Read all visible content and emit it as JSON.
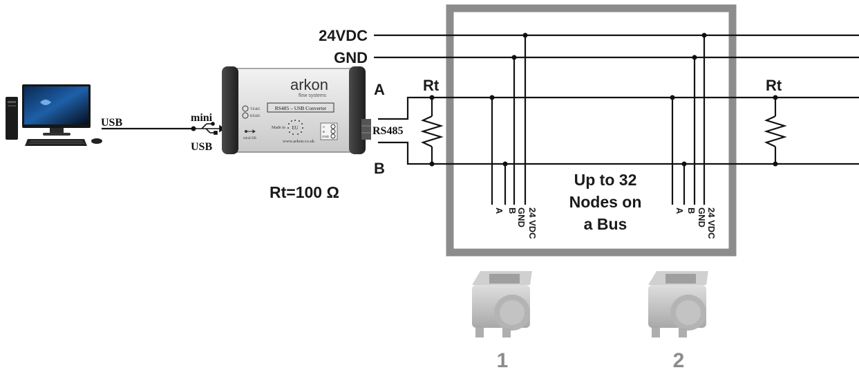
{
  "bus": {
    "power_label": "24VDC",
    "ground_label": "GND",
    "line_a_label": "A",
    "line_b_label": "B",
    "termination_left_label": "Rt",
    "termination_right_label": "Rt",
    "termination_value": "Rt=100 Ω"
  },
  "pc": {
    "link_label": "USB",
    "port_label_top": "mini",
    "port_label_bottom": "USB"
  },
  "converter": {
    "brand": "arkon",
    "brand_sub": "flow systems",
    "title": "RS485 – USB Converter",
    "led_tx": "TX485",
    "led_rx": "RX485",
    "made_in_prefix": "Made in",
    "made_in_region": "EU",
    "website": "www.arkon.co.uk",
    "usb_port_label": "miniUSB",
    "terminal_labels": [
      "A",
      "B",
      "GND"
    ],
    "bus_side_label": "RS485"
  },
  "nodes": {
    "summary_line1": "Up to 32",
    "summary_line2": "Nodes on",
    "summary_line3": "a Bus",
    "node_1": {
      "number": "1",
      "tap_labels": [
        "A",
        "B",
        "GND",
        "24 VDC"
      ]
    },
    "node_2": {
      "number": "2",
      "tap_labels": [
        "A",
        "B",
        "GND",
        "24 VDC"
      ]
    }
  }
}
